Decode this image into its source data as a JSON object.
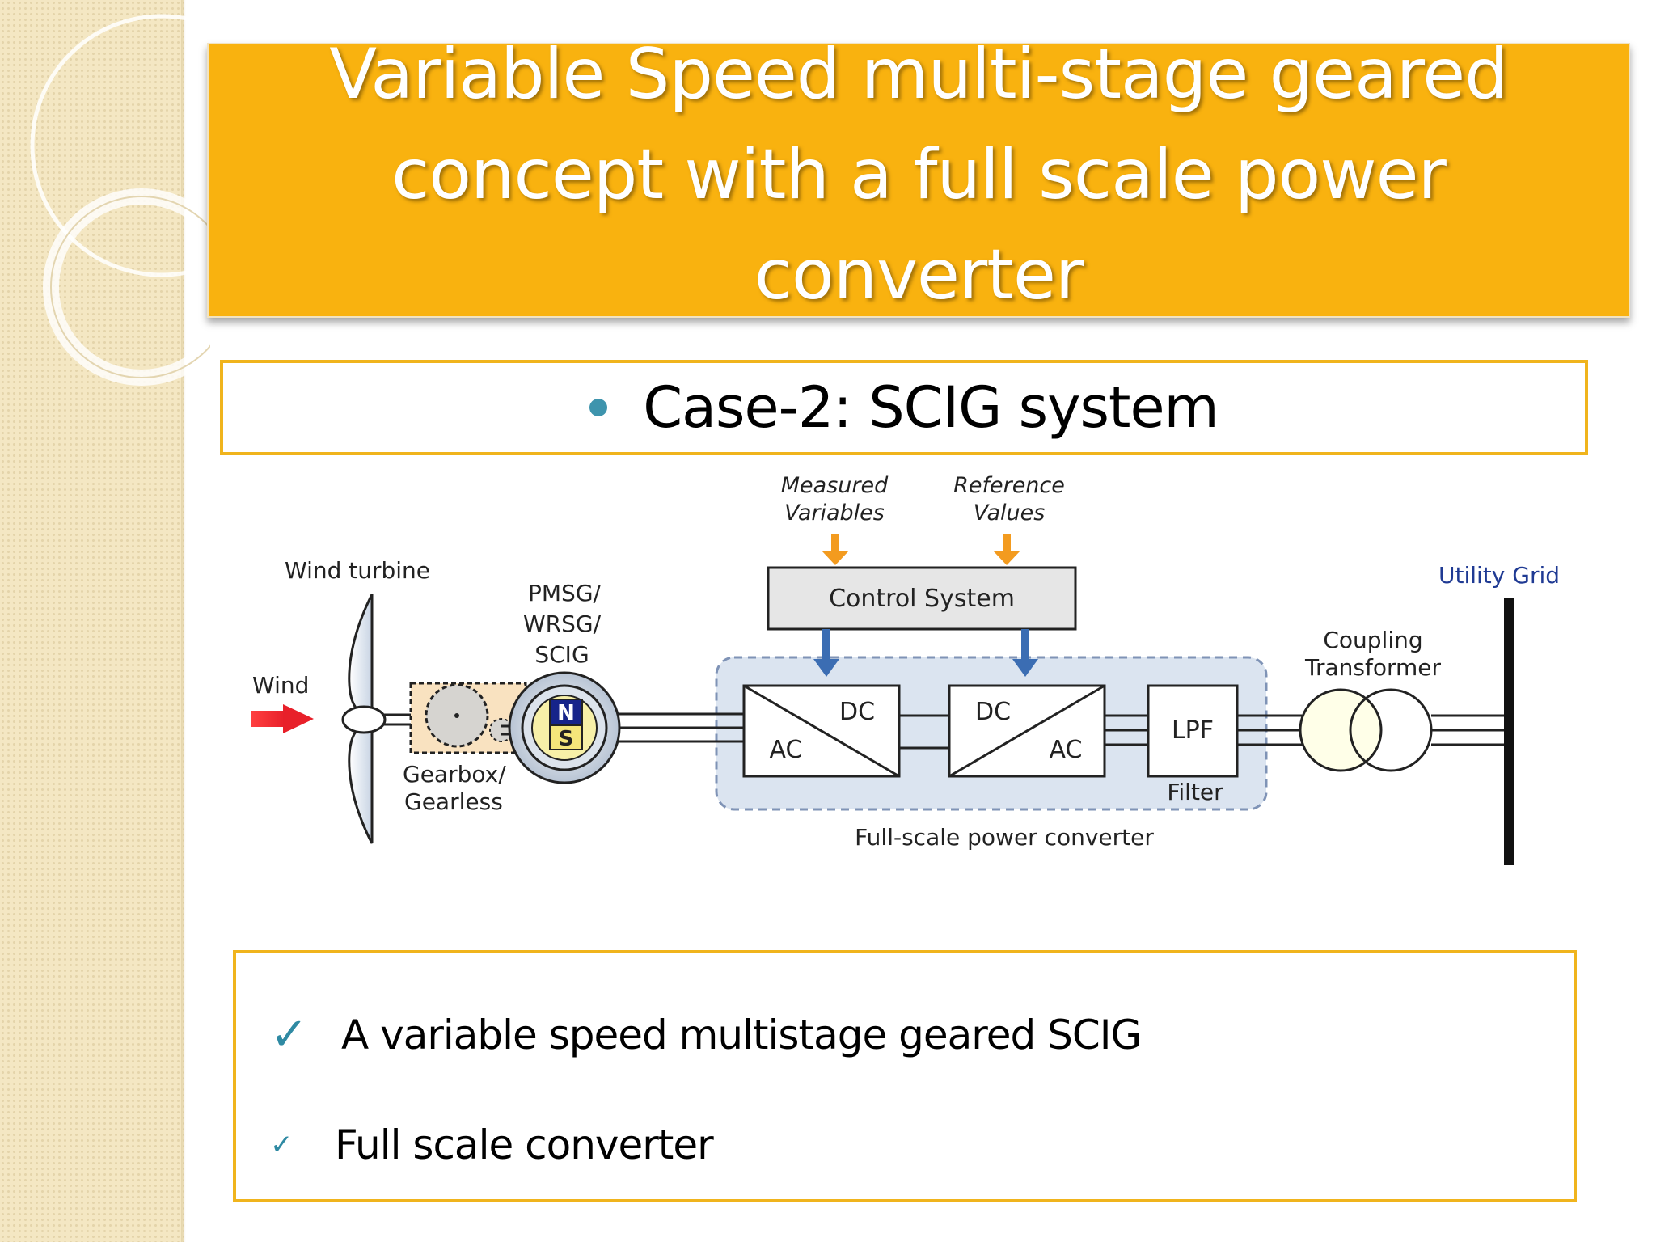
{
  "title": "Variable Speed multi-stage geared concept with a full scale power converter",
  "case_heading": "Case-2: SCIG system",
  "diagram": {
    "wind_turbine_label": "Wind turbine",
    "wind_label": "Wind",
    "gearbox_label_1": "Gearbox/",
    "gearbox_label_2": "Gearless",
    "generator_label_1": "PMSG/",
    "generator_label_2": "WRSG/",
    "generator_label_3": "SCIG",
    "pole_n": "N",
    "pole_s": "S",
    "measured_1": "Measured",
    "measured_2": "Variables",
    "reference_1": "Reference",
    "reference_2": "Values",
    "control_system": "Control System",
    "conv1_top": "DC",
    "conv1_bottom": "AC",
    "conv2_top": "DC",
    "conv2_bottom": "AC",
    "lpf": "LPF",
    "filter": "Filter",
    "converter_caption": "Full-scale power converter",
    "coupling_1": "Coupling",
    "coupling_2": "Transformer",
    "utility_grid": "Utility Grid"
  },
  "notes": [
    {
      "check": "✓",
      "text": "A variable speed multistage geared SCIG"
    },
    {
      "check": "✓",
      "text": "Full scale converter"
    }
  ],
  "colors": {
    "title_bg": "#f9b20f",
    "box_border": "#f0b41d",
    "bullet": "#3e94ad",
    "checkmark": "#2f8aa3",
    "grid_label": "#1f3a93",
    "arrow_orange": "#f39b1f",
    "arrow_blue": "#3b6db3",
    "wind_arrow": "#e8202a"
  }
}
